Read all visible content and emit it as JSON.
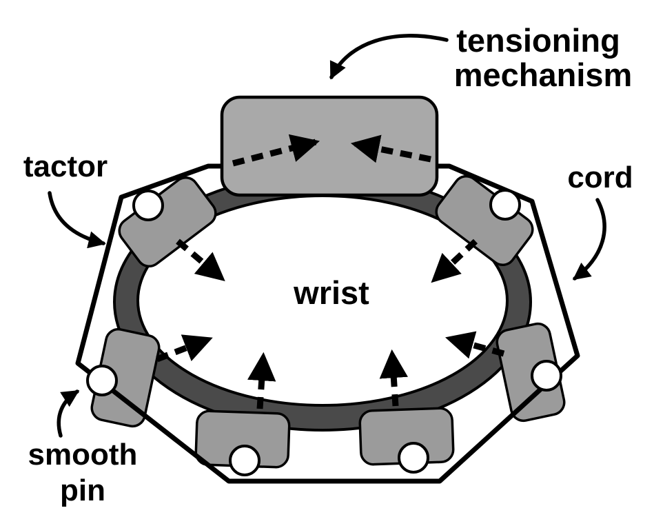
{
  "diagram": {
    "labels": {
      "tensioning_mechanism": {
        "line1": "tensioning",
        "line2": "mechanism"
      },
      "tactor": "tactor",
      "cord": "cord",
      "wrist": "wrist",
      "smooth_pin": {
        "line1": "smooth",
        "line2": "pin"
      }
    },
    "colors": {
      "background": "#ffffff",
      "band": "#4a4a4a",
      "wrist_fill": "#ffffff",
      "tactor_fill": "#9b9b9b",
      "mechanism_fill": "#a9a9a9",
      "pin_fill": "#ffffff",
      "outline": "#000000",
      "text": "#000000"
    }
  }
}
